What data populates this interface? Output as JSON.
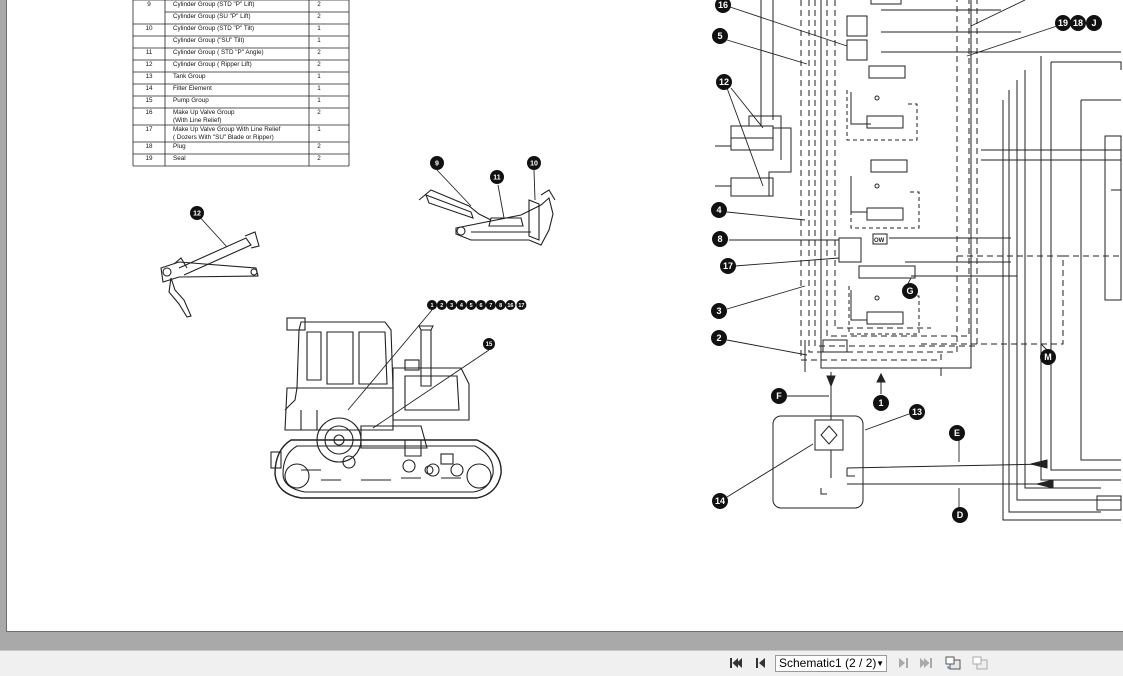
{
  "parts_table": {
    "rows": [
      {
        "num": "9",
        "desc": "Cylinder Group (STD \"P\" Lift)",
        "qty": "2"
      },
      {
        "num": "",
        "desc": "Cylinder Group (SU \"P\" Lift)",
        "qty": "2"
      },
      {
        "num": "10",
        "desc": "Cylinder Group (STD \"P\" Tilt)",
        "qty": "1"
      },
      {
        "num": "",
        "desc": "Cylinder Group  (\"SU\" Tilt)",
        "qty": "1"
      },
      {
        "num": "11",
        "desc": "Cylinder Group ( STD  \"P\" Angle)",
        "qty": "2"
      },
      {
        "num": "12",
        "desc": "Cylinder Group ( Ripper Lift)",
        "qty": "2"
      },
      {
        "num": "13",
        "desc": "Tank Group",
        "qty": "1"
      },
      {
        "num": "14",
        "desc": "Filter Element",
        "qty": "1"
      },
      {
        "num": "15",
        "desc": "Pump Group",
        "qty": "1"
      },
      {
        "num": "16",
        "desc": "Make Up Valve Group",
        "desc2": "(With Line Relief)",
        "qty": "2"
      },
      {
        "num": "17",
        "desc": "Make Up Valve Group With Line Relief",
        "desc2": "( Dozers With \"SU\" Blade or Ripper)",
        "qty": "1"
      },
      {
        "num": "18",
        "desc": "Plug",
        "qty": "2"
      },
      {
        "num": "19",
        "desc": "Seal",
        "qty": "2"
      }
    ]
  },
  "callouts": {
    "c9": "9",
    "c10": "10",
    "c11": "11",
    "c12": "12",
    "c15": "15",
    "row": [
      "1",
      "2",
      "3",
      "4",
      "5",
      "6",
      "7",
      "8",
      "16",
      "17"
    ],
    "s16": "16",
    "s5": "5",
    "s12": "12",
    "s4": "4",
    "s8": "8",
    "s17": "17",
    "s3": "3",
    "s2": "2",
    "s19": "19",
    "s18": "18",
    "sJ": "J",
    "sG": "G",
    "sM": "M",
    "sF": "F",
    "s1": "1",
    "s13": "13",
    "s14": "14",
    "sE": "E",
    "sD": "D"
  },
  "toolbar": {
    "sheet_label": "Schematic1 (2 / 2)",
    "icons": [
      "first-page-icon",
      "prev-page-icon",
      "next-page-icon",
      "last-page-icon",
      "expand-sheet-icon",
      "collapse-sheet-icon"
    ]
  }
}
